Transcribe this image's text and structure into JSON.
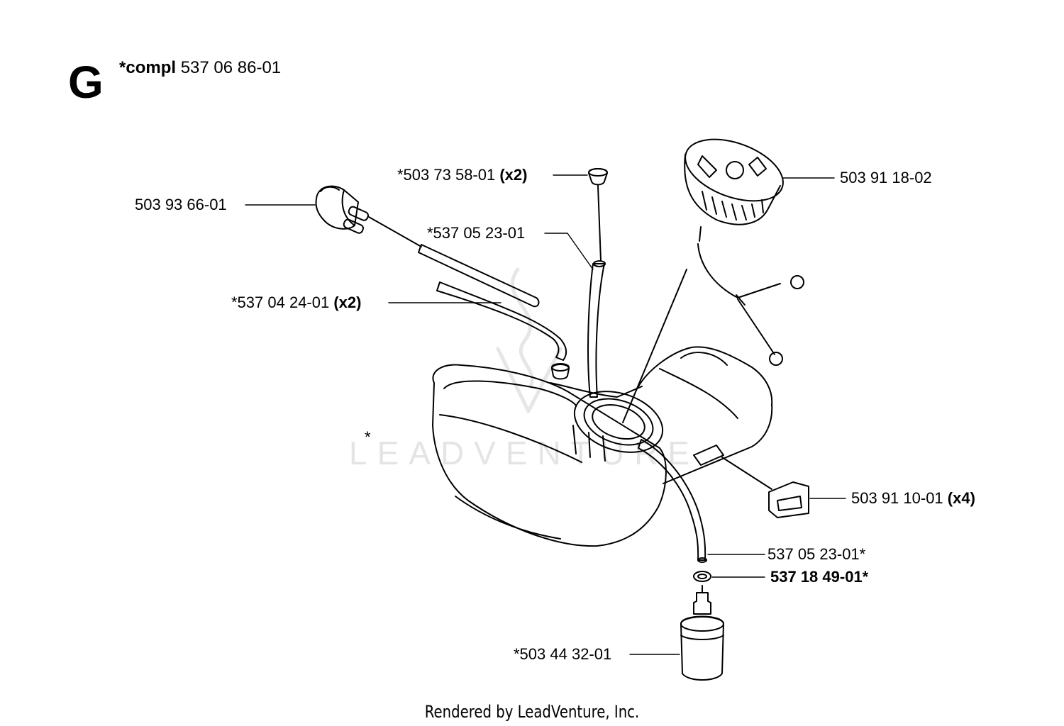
{
  "header": {
    "section": "G",
    "assembly_prefix": "*compl",
    "assembly_number": "537 06 86-01"
  },
  "watermark": "LEADVENTURE",
  "callouts": [
    {
      "id": "primer",
      "text": "503 93 66-01",
      "qty": ""
    },
    {
      "id": "grommet",
      "text": "*503 73 58-01",
      "qty": "(x2)"
    },
    {
      "id": "vent-hose",
      "text": "*537 05 23-01",
      "qty": ""
    },
    {
      "id": "fuel-hoses",
      "text": "*537 04 24-01",
      "qty": "(x2)"
    },
    {
      "id": "fuel-cap",
      "text": "503 91 18-02",
      "qty": ""
    },
    {
      "id": "tank",
      "text": "*",
      "qty": ""
    },
    {
      "id": "damper",
      "text": "503 91 10-01",
      "qty": "(x4)"
    },
    {
      "id": "fuel-hose",
      "text": "537 05 23-01*",
      "qty": ""
    },
    {
      "id": "o-ring",
      "text": "537 18 49-01*",
      "qty": ""
    },
    {
      "id": "fuel-filter",
      "text": "*503 44 32-01",
      "qty": ""
    }
  ],
  "footer": "Rendered by LeadVenture, Inc."
}
